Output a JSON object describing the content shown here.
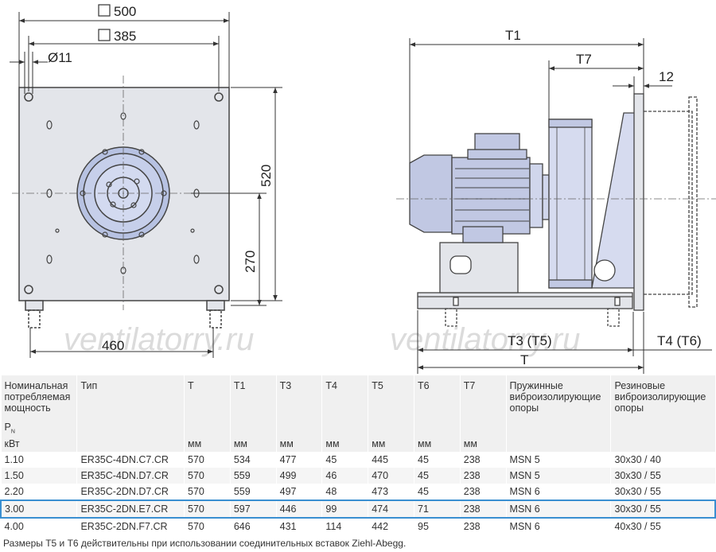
{
  "dims": {
    "sq500": "500",
    "sq385": "385",
    "dia11": "Ø11",
    "d520": "520",
    "d270": "270",
    "d460": "460",
    "t1": "T1",
    "t7": "T7",
    "d12": "12",
    "t3t5": "T3 (T5)",
    "t4t6": "T4 (T6)",
    "t": "T"
  },
  "watermark": "ventilatorry.ru",
  "table": {
    "headers": {
      "power": "Номинальная потребляемая мощность",
      "pn": "P",
      "pn_sub": "N",
      "power_unit": "кВт",
      "type": "Тип",
      "T": "T",
      "T1": "T1",
      "T3": "T3",
      "T4": "T4",
      "T5": "T5",
      "T6": "T6",
      "T7": "T7",
      "spring": "Пружинные виброизолирующие опоры",
      "rubber": "Резиновые виброизолирующие опоры",
      "mm": "мм"
    },
    "rows": [
      [
        "1.10",
        "ER35C-4DN.C7.CR",
        "570",
        "534",
        "477",
        "45",
        "445",
        "45",
        "238",
        "MSN 5",
        "30x30 / 40"
      ],
      [
        "1.50",
        "ER35C-4DN.D7.CR",
        "570",
        "559",
        "499",
        "46",
        "470",
        "45",
        "238",
        "MSN 5",
        "30x30 / 55"
      ],
      [
        "2.20",
        "ER35C-2DN.D7.CR",
        "570",
        "559",
        "497",
        "48",
        "473",
        "45",
        "238",
        "MSN 6",
        "30x30 / 55"
      ],
      [
        "3.00",
        "ER35C-2DN.E7.CR",
        "570",
        "597",
        "446",
        "99",
        "474",
        "71",
        "238",
        "MSN 6",
        "30x30 / 55"
      ],
      [
        "4.00",
        "ER35C-2DN.F7.CR",
        "570",
        "646",
        "431",
        "114",
        "442",
        "95",
        "238",
        "MSN 6",
        "40x30 / 55"
      ]
    ],
    "highlight_row": 3,
    "highlight_color": "#3a8fd1"
  },
  "footnote": "Размеры T5 и T6 действительны при использовании соединительных вставок Ziehl-Abegg."
}
